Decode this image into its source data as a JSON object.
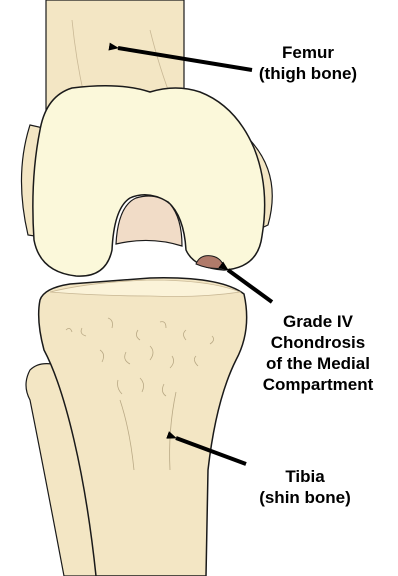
{
  "labels": {
    "femur": {
      "line1": "Femur",
      "line2": "(thigh bone)"
    },
    "chondrosis": {
      "line1": "Grade IV",
      "line2": "Chondrosis",
      "line3": "of the Medial",
      "line4": "Compartment"
    },
    "tibia": {
      "line1": "Tibia",
      "line2": "(shin bone)"
    }
  },
  "colors": {
    "bone_shaft": "#f3e6c4",
    "femur_condyle": "#fbf8da",
    "cartilage_defect": "#b07a6a",
    "notch_shadow": "#f1dcc7",
    "outline": "#1a1a1a",
    "arrow": "#000000"
  }
}
